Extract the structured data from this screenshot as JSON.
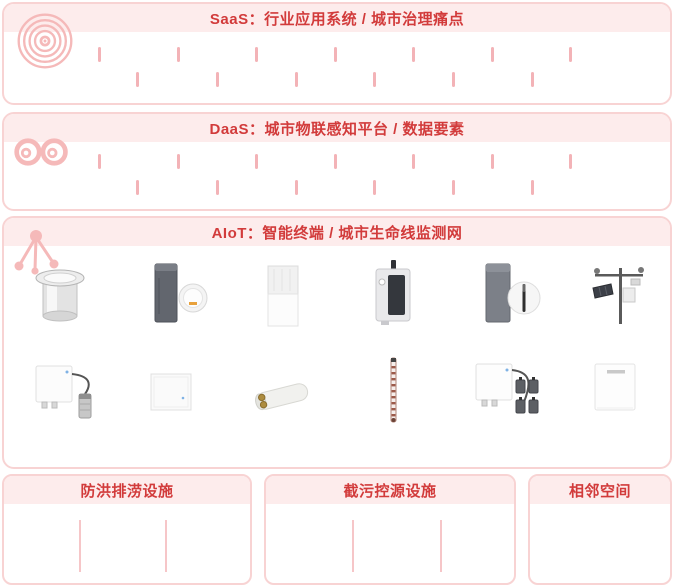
{
  "panels": {
    "saas": {
      "title": "SaaS：行业应用系统 / 城市治理痛点",
      "icon": "radar-rings-icon",
      "rows": [
        {
          "separator_count": 7
        },
        {
          "separator_count": 6
        }
      ]
    },
    "daas": {
      "title": "DaaS：城市物联感知平台 / 数据要素",
      "icon": "infinity-loops-icon",
      "rows": [
        {
          "separator_count": 7
        },
        {
          "separator_count": 6
        }
      ]
    },
    "aiot": {
      "title": "AIoT：智能终端 / 城市生命线监测网",
      "icon": "network-nodes-icon",
      "devices": [
        {
          "name": "manhole-level-sensor-image"
        },
        {
          "name": "gas-detector-tower-image"
        },
        {
          "name": "stacked-white-box-sensor-image"
        },
        {
          "name": "monitoring-terminal-image"
        },
        {
          "name": "tower-with-probe-sensor-image"
        },
        {
          "name": "weather-station-image"
        },
        {
          "name": "level-gauge-with-probe-image"
        },
        {
          "name": "flat-panel-device-image"
        },
        {
          "name": "ultrasonic-capsule-sensor-image"
        },
        {
          "name": "measuring-rod-sensor-image"
        },
        {
          "name": "multi-canister-sensor-image"
        },
        {
          "name": "wall-mount-panel-image"
        }
      ]
    }
  },
  "bottom_boxes": [
    {
      "title": "防洪排涝设施",
      "separator_count": 2
    },
    {
      "title": "截污控源设施",
      "separator_count": 2
    },
    {
      "title": "相邻空间",
      "separator_count": 0
    }
  ],
  "colors": {
    "panel_border": "#f8d3d3",
    "header_bg": "#fdecec",
    "title_red": "#d23b3b",
    "separator_pink": "#f3b3b7",
    "icon_pink": "#f5b9b9",
    "bottom_separator_pink": "#f6c6c8"
  }
}
